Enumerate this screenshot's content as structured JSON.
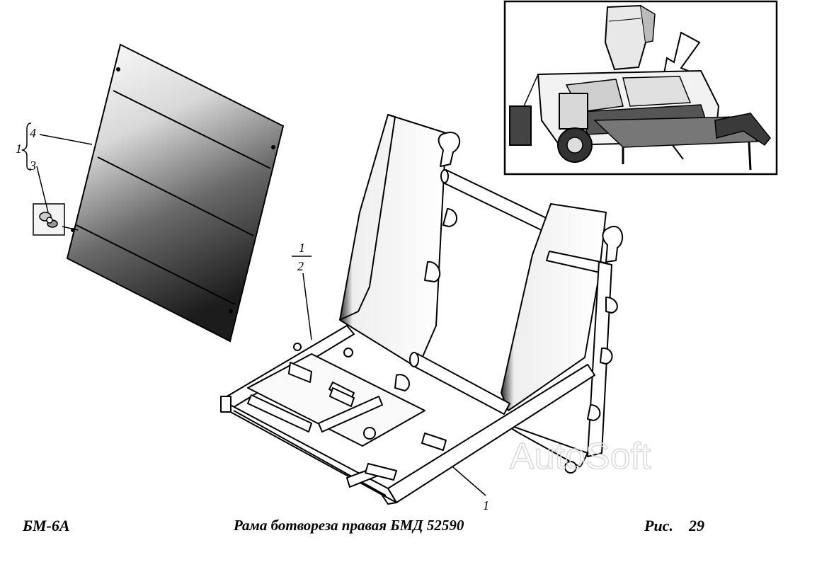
{
  "callouts": {
    "group": "1",
    "panel": "4",
    "nut": "3",
    "upper_num": "1",
    "upper_den": "2",
    "frame": "1"
  },
  "footer": {
    "model": "БМ-6А",
    "title": "Рама ботвореза правая  БМД 52590",
    "fig_label": "Рис.",
    "fig_number": "29"
  },
  "watermark": "AutoSoft",
  "colors": {
    "ink": "#000000",
    "paper": "#ffffff",
    "watermark": "#d9d9d9"
  }
}
